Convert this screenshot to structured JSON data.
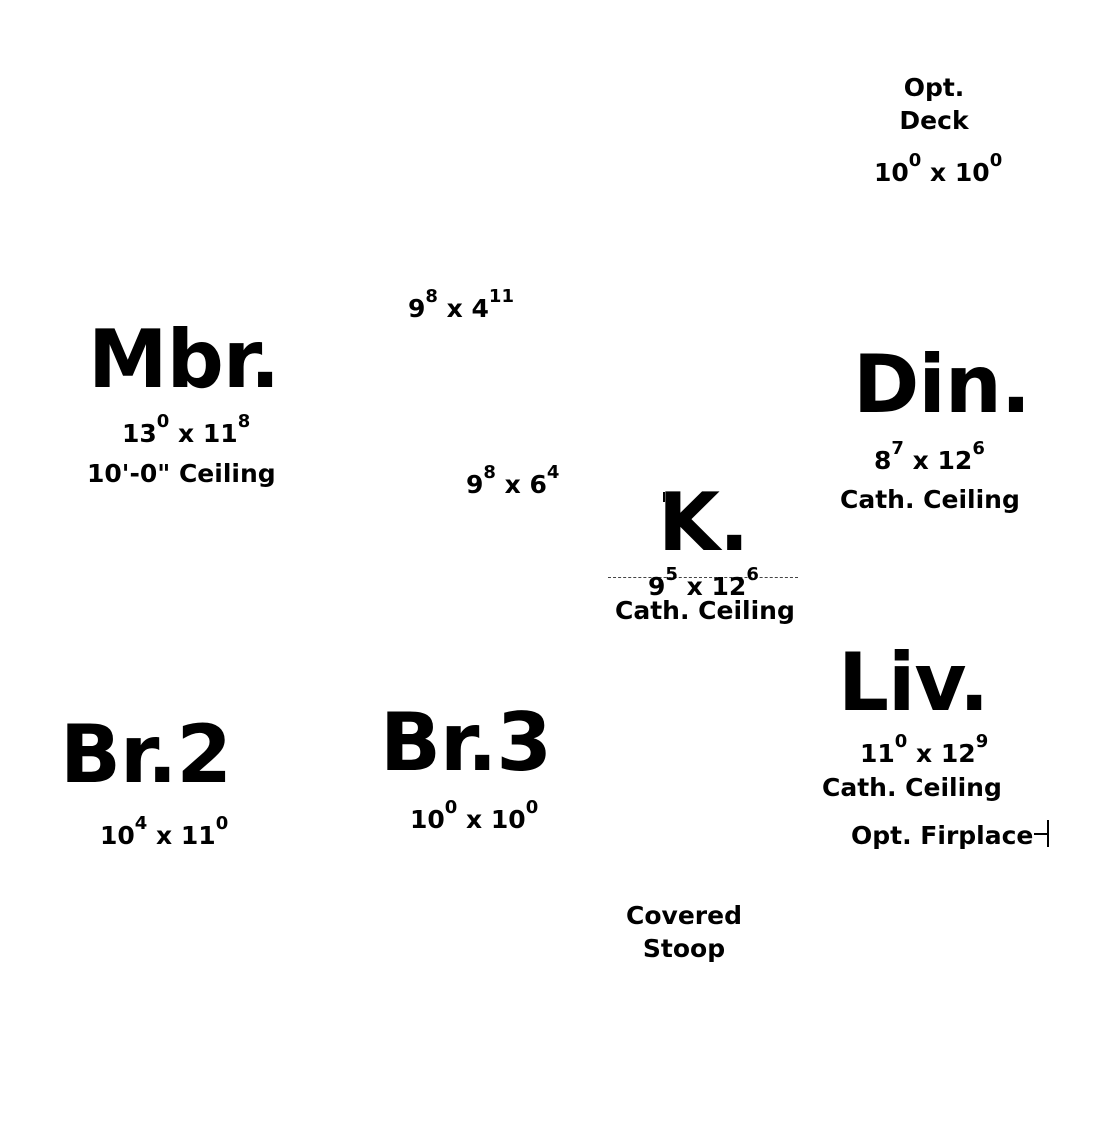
{
  "rooms": {
    "deck": {
      "line1": "Opt.",
      "line2": "Deck",
      "dim_a": "10",
      "dim_a_sup": "0",
      "dim_b": "10",
      "dim_b_sup": "0"
    },
    "closet1": {
      "dim_a": "9",
      "dim_a_sup": "8",
      "dim_b": "4",
      "dim_b_sup": "11"
    },
    "closet2": {
      "dim_a": "9",
      "dim_a_sup": "8",
      "dim_b": "6",
      "dim_b_sup": "4"
    },
    "mbr": {
      "name": "Mbr.",
      "dim_a": "13",
      "dim_a_sup": "0",
      "dim_b": "11",
      "dim_b_sup": "8",
      "note": "10'-0\" Ceiling"
    },
    "din": {
      "name": "Din.",
      "dim_a": "8",
      "dim_a_sup": "7",
      "dim_b": "12",
      "dim_b_sup": "6",
      "note": "Cath. Ceiling"
    },
    "kitchen": {
      "name": "K.",
      "dim_a": "9",
      "dim_a_sup": "5",
      "dim_b": "12",
      "dim_b_sup": "6",
      "note": "Cath. Ceiling"
    },
    "liv": {
      "name": "Liv.",
      "dim_a": "11",
      "dim_a_sup": "0",
      "dim_b": "12",
      "dim_b_sup": "9",
      "note": "Cath. Ceiling",
      "extra": "Opt. Firplace"
    },
    "br2": {
      "name": "Br.2",
      "dim_a": "10",
      "dim_a_sup": "4",
      "dim_b": "11",
      "dim_b_sup": "0"
    },
    "br3": {
      "name": "Br.3",
      "dim_a": "10",
      "dim_a_sup": "0",
      "dim_b": "10",
      "dim_b_sup": "0"
    },
    "stoop": {
      "line1": "Covered",
      "line2": "Stoop"
    }
  },
  "dimension_separator": "x"
}
